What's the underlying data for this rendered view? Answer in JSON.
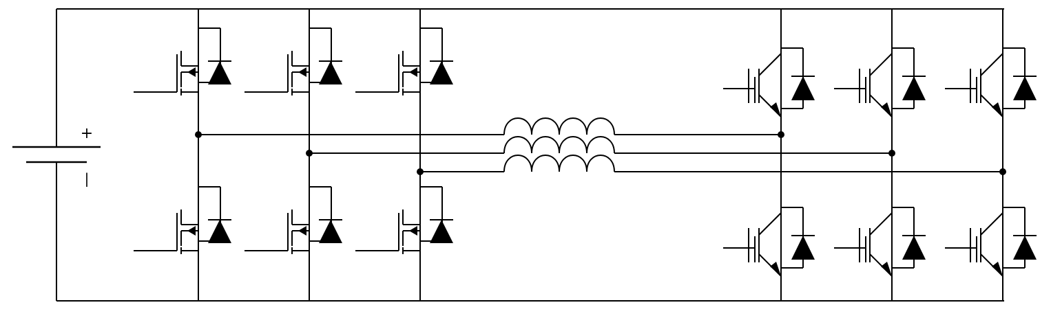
{
  "diagram": {
    "type": "circuit-schematic",
    "battery": {
      "positive_label": "+",
      "negative_label": "|"
    },
    "left_bridge": {
      "device": "mosfet-with-antiparallel-diode",
      "legs": 3
    },
    "right_bridge": {
      "device": "igbt-with-antiparallel-diode",
      "legs": 3
    },
    "inductors": {
      "count": 3,
      "turns": 4
    },
    "colors": {
      "wire": "#000000",
      "background": "#ffffff"
    }
  }
}
